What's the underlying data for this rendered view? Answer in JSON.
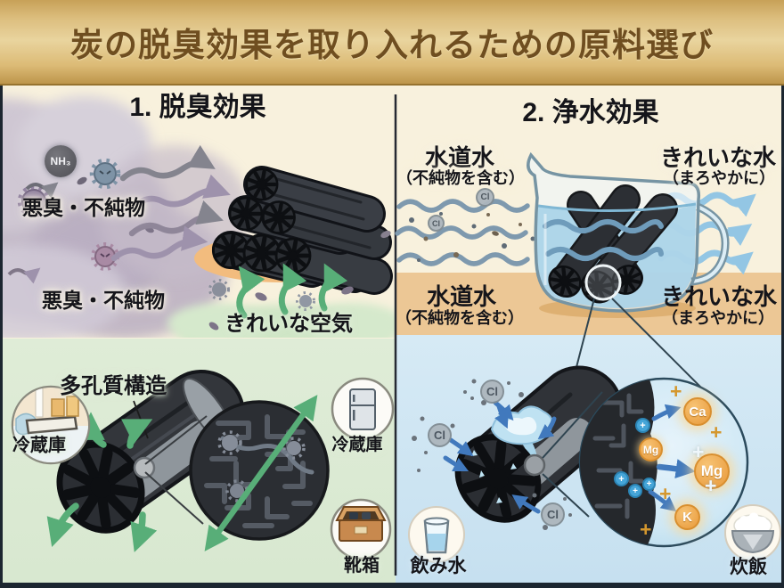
{
  "title": "炭の脱臭効果を取り入れるための原料選び",
  "sections": {
    "deodorize": {
      "heading": "1. 脱臭効果",
      "nh3_badge": "NH₃",
      "odor_label_top": "悪臭・不純物",
      "odor_label_bottom": "悪臭・不純物",
      "clean_air_label": "きれいな空気",
      "porous_label": "多孔質構造",
      "use_fridge_interior": "冷蔵庫",
      "use_fridge": "冷蔵庫",
      "use_shoebox": "靴箱"
    },
    "purify": {
      "heading": "2. 浄水効果",
      "tap_water": "水道水",
      "tap_water_note": "（不純物を含む）",
      "clean_water": "きれいな水",
      "clean_water_note": "（まろやかに）",
      "band_tap_water": "水道水",
      "band_tap_water_note": "（不純物を含む）",
      "band_clean_water": "きれいな水",
      "band_clean_water_note": "（まろやかに）",
      "chlorine_badge": "Cl",
      "ion_plus": "+",
      "minerals": {
        "calcium": "Ca",
        "magnesium": "Mg",
        "potassium": "K",
        "magnesium_inner": "Mg"
      },
      "use_drinking_water": "飲み水",
      "use_rice_cooking": "炊飯"
    }
  },
  "colors": {
    "banner_gold": "#dcbe7e",
    "banner_text": "#6f4e20",
    "cream_bg": "#f8f1dd",
    "green_bg": "#dcead4",
    "tan_band": "#ecc795",
    "blue_bg": "#cde4f1",
    "charcoal_dark": "#2b2e33",
    "arrow_green": "#58ae78",
    "arrow_blue_light": "#93c6e4",
    "arrow_blue_steel": "#4179bd",
    "arrow_purple": "#9e92ac",
    "mineral_orange": "#efa94e"
  }
}
